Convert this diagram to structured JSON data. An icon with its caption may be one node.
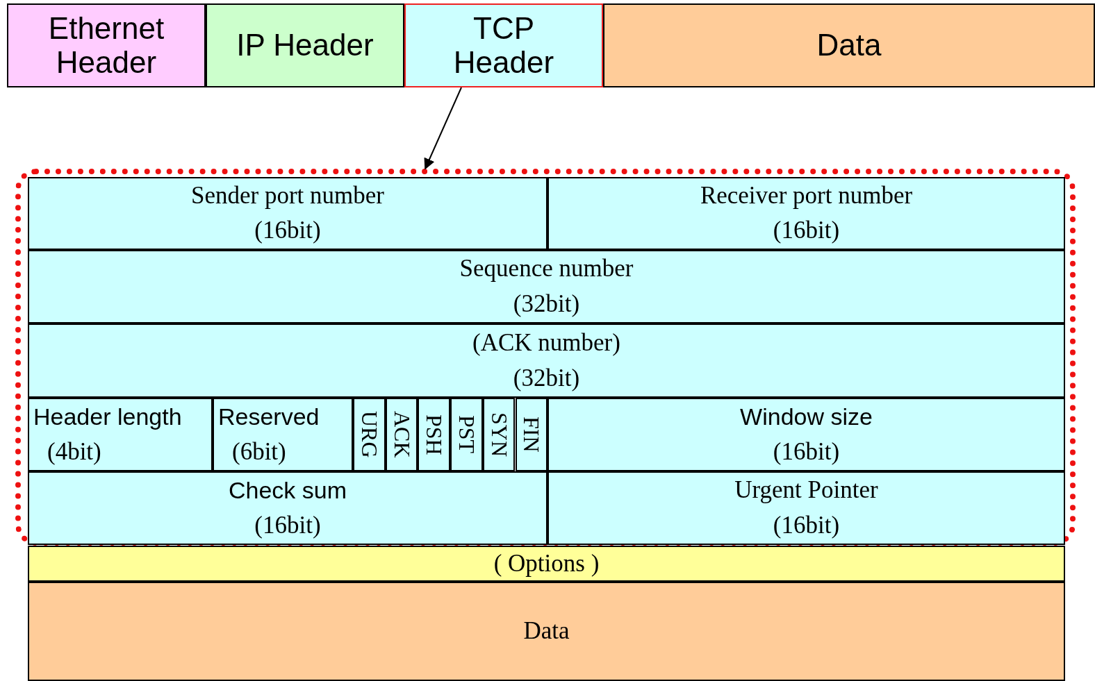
{
  "diagram": {
    "nodes": [
      {
        "text": [
          "Ethernet Header"
        ]
      },
      {
        "text": [
          "IP Header"
        ]
      },
      {
        "text": [
          "TCP Header"
        ]
      },
      {
        "text": [
          "Data"
        ]
      },
      {
        "text": [],
        "shape": "box"
      },
      {
        "text": [
          "Sender port number",
          "(16bit)"
        ],
        "in": 4
      },
      {
        "text": [
          "Receiver port number",
          "(16bit)"
        ],
        "in": 4
      },
      {
        "text": [
          "Sequence number",
          "(32bit)"
        ],
        "in": 4
      },
      {
        "text": [
          "(ACK number)",
          "(32bit)"
        ],
        "in": 4
      },
      {
        "text": [
          "Header length",
          "(4bit)"
        ],
        "in": 4
      },
      {
        "text": [
          "Reserved",
          "(6bit)"
        ],
        "in": 4
      },
      {
        "text": [
          "URG"
        ],
        "in": 4
      },
      {
        "text": [
          "ACK"
        ],
        "in": 4
      },
      {
        "text": [
          "PSH"
        ],
        "in": 4
      },
      {
        "text": [
          "PST"
        ],
        "in": 4
      },
      {
        "text": [
          "SYN"
        ],
        "in": 4
      },
      {
        "text": [
          "FIN"
        ],
        "in": 4
      },
      {
        "text": [
          "Window size",
          "(16bit)"
        ],
        "in": 4
      },
      {
        "text": [
          "Check sum",
          "(16bit)"
        ],
        "in": 4
      },
      {
        "text": [
          "Urgent Pointer",
          "(16bit)"
        ],
        "in": 4
      },
      {
        "text": [
          "( Options )"
        ]
      },
      {
        "text": [
          "Data"
        ]
      }
    ],
    "edges": [
      {
        "from": 2,
        "to": 4,
        "arrow": "to"
      }
    ]
  }
}
